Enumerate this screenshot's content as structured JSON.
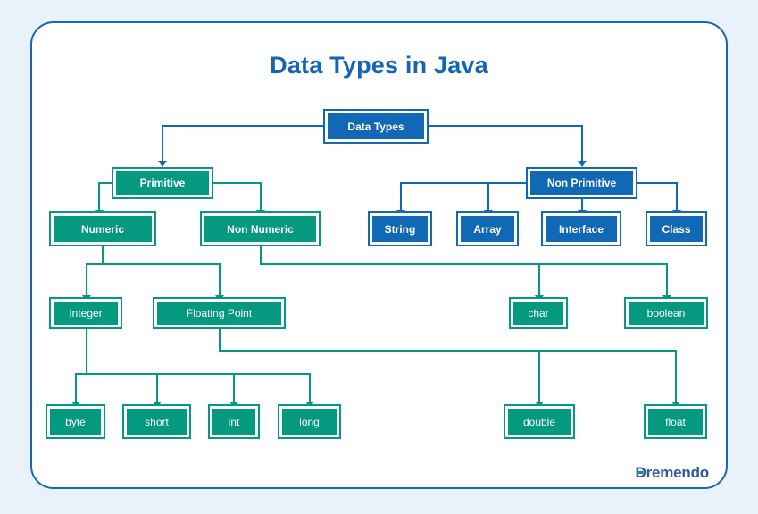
{
  "page": {
    "title": "Data Types in Java",
    "background_color": "#e9f1fb",
    "card_border_color": "#1668b3",
    "title_color": "#1266b5",
    "blue": "#1168b4",
    "green": "#05997f"
  },
  "logo": {
    "text": "Dremendo",
    "color": "#2f58a7",
    "accent_color": "#05997f"
  },
  "diagram": {
    "type": "tree",
    "root": "Data Types",
    "nodes": [
      {
        "id": "data-types",
        "label": "Data Types",
        "color": "blue",
        "level": 0
      },
      {
        "id": "primitive",
        "label": "Primitive",
        "color": "green",
        "level": 1,
        "parent": "data-types"
      },
      {
        "id": "non-primitive",
        "label": "Non Primitive",
        "color": "blue",
        "level": 1,
        "parent": "data-types"
      },
      {
        "id": "numeric",
        "label": "Numeric",
        "color": "green",
        "level": 2,
        "parent": "primitive"
      },
      {
        "id": "non-numeric",
        "label": "Non Numeric",
        "color": "green",
        "level": 2,
        "parent": "primitive"
      },
      {
        "id": "string",
        "label": "String",
        "color": "blue",
        "level": 2,
        "parent": "non-primitive"
      },
      {
        "id": "array",
        "label": "Array",
        "color": "blue",
        "level": 2,
        "parent": "non-primitive"
      },
      {
        "id": "interface",
        "label": "Interface",
        "color": "blue",
        "level": 2,
        "parent": "non-primitive"
      },
      {
        "id": "class",
        "label": "Class",
        "color": "blue",
        "level": 2,
        "parent": "non-primitive"
      },
      {
        "id": "integer",
        "label": "Integer",
        "color": "green",
        "level": 3,
        "parent": "numeric"
      },
      {
        "id": "floating-point",
        "label": "Floating Point",
        "color": "green",
        "level": 3,
        "parent": "numeric"
      },
      {
        "id": "char",
        "label": "char",
        "color": "green",
        "level": 3,
        "parent": "non-numeric"
      },
      {
        "id": "boolean",
        "label": "boolean",
        "color": "green",
        "level": 3,
        "parent": "non-numeric"
      },
      {
        "id": "byte",
        "label": "byte",
        "color": "green",
        "level": 4,
        "parent": "integer"
      },
      {
        "id": "short",
        "label": "short",
        "color": "green",
        "level": 4,
        "parent": "integer"
      },
      {
        "id": "int",
        "label": "int",
        "color": "green",
        "level": 4,
        "parent": "integer"
      },
      {
        "id": "long",
        "label": "long",
        "color": "green",
        "level": 4,
        "parent": "integer"
      },
      {
        "id": "double",
        "label": "double",
        "color": "green",
        "level": 4,
        "parent": "floating-point"
      },
      {
        "id": "float",
        "label": "float",
        "color": "green",
        "level": 4,
        "parent": "floating-point"
      }
    ]
  }
}
